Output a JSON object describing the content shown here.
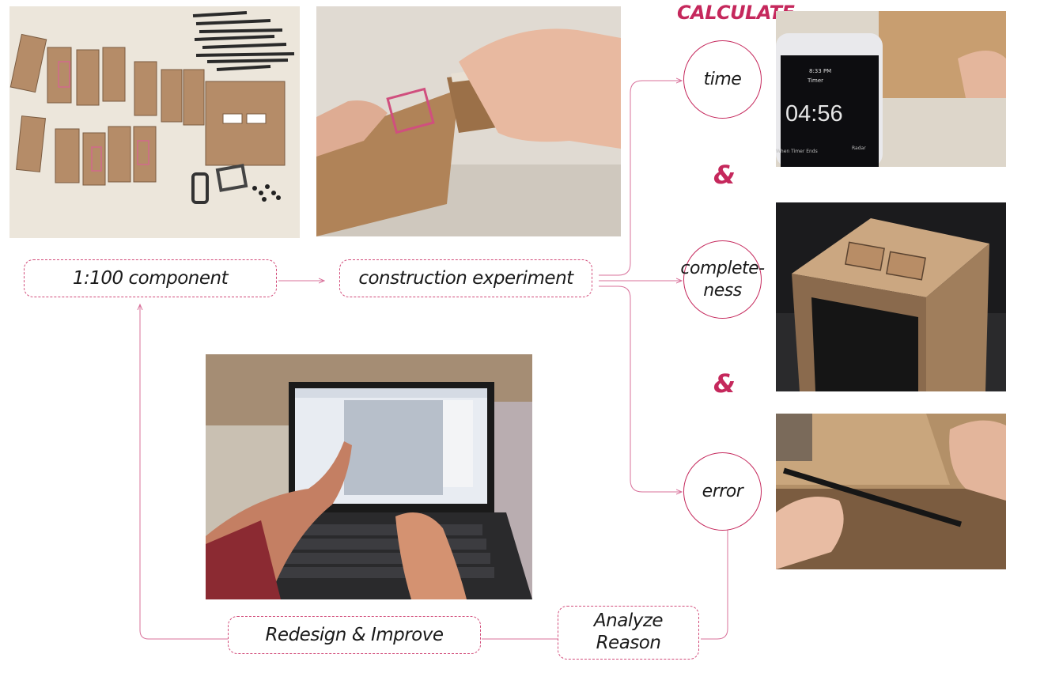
{
  "title": "CALCULATE",
  "boxes": {
    "component": "1:100 component",
    "experiment": "construction experiment",
    "redesign": "Redesign & Improve",
    "analyze_line1": "Analyze",
    "analyze_line2": "Reason"
  },
  "circles": {
    "time": "time",
    "complete_line1": "complete-",
    "complete_line2": "ness",
    "error": "error"
  },
  "amp": "&",
  "timer": {
    "app_title": "Timer",
    "clock": "8:33 PM",
    "value": "04:56",
    "footer_left": "When Timer Ends",
    "footer_right": "Radar"
  },
  "colors": {
    "accent": "#c5285c",
    "dashed_border": "#d24c7a",
    "connector": "#d8709a"
  }
}
